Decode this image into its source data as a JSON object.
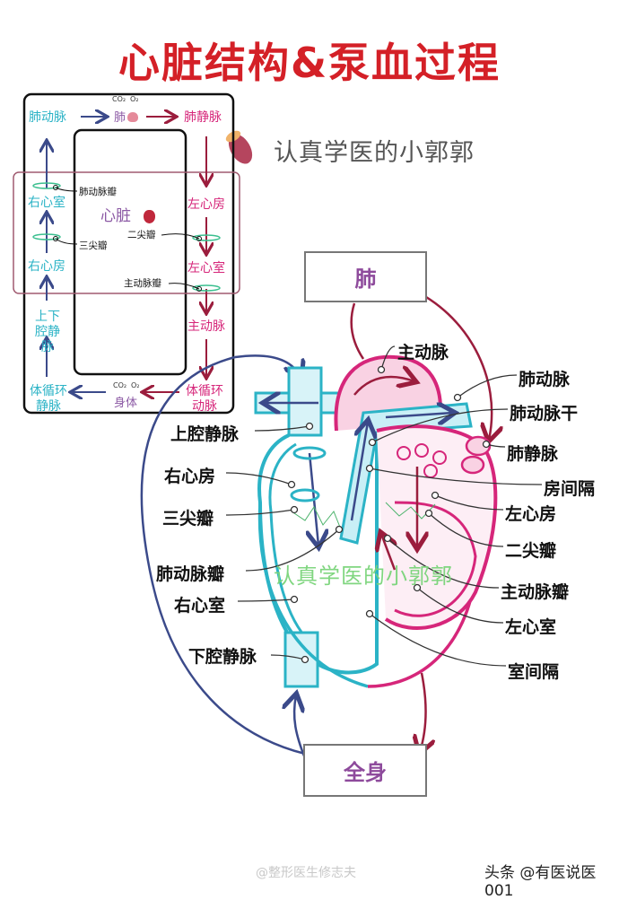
{
  "title": "心脏结构&泵血过程",
  "author": "认真学医的小郭郭",
  "author_icon": "sweet-potato-icon",
  "flow_diagram": {
    "nodes": {
      "pulmonary_artery": "肺动脉",
      "lung": "肺",
      "pulmonary_vein": "肺静脉",
      "right_ventricle": "右心室",
      "left_atrium": "左心房",
      "heart": "心脏",
      "right_atrium": "右心房",
      "left_ventricle": "左心室",
      "vena_cava": "上下腔静脉",
      "aorta": "主动脉",
      "systemic_vein": "体循环静脉",
      "body": "身体",
      "systemic_artery": "体循环动脉"
    },
    "valves": {
      "pulmonary_valve": "肺动脉瓣",
      "tricuspid_valve": "三尖瓣",
      "mitral_valve": "二尖瓣",
      "aortic_valve": "主动脉瓣"
    },
    "gas_lung": {
      "co2": "CO₂",
      "o2": "O₂"
    },
    "gas_body": {
      "co2": "CO₂",
      "o2": "O₂"
    }
  },
  "heart_diagram": {
    "top_box": "肺",
    "bottom_box": "全身",
    "right_labels": [
      "主动脉",
      "肺动脉",
      "肺动脉干",
      "肺静脉",
      "房间隔",
      "左心房",
      "二尖瓣",
      "主动脉瓣",
      "左心室",
      "室间隔"
    ],
    "left_labels": [
      "上腔静脉",
      "右心房",
      "三尖瓣",
      "肺动脉瓣",
      "右心室",
      "下腔静脉"
    ],
    "watermark": "认真学医的小郭郭"
  },
  "footer": {
    "left_watermark": "@整形医生修志夫",
    "right_credit": "头条 @有医说医001"
  },
  "colors": {
    "title": "#d42027",
    "deoxygenated": "#2bb3c6",
    "oxygenated": "#d6267a",
    "arrow_blue": "#3b4a8a",
    "arrow_red": "#9b1d3d"
  }
}
